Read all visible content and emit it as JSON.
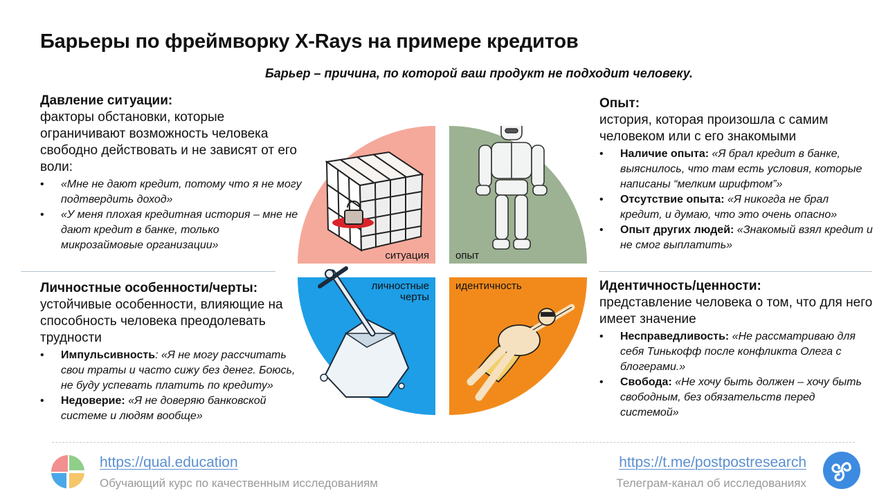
{
  "title": "Барьеры по фреймворку X-Rays на примере кредитов",
  "subtitle": "Барьер – причина, по которой ваш продукт не подходит человеку.",
  "situation": {
    "heading": "Давление ситуации:",
    "desc": "факторы обстановки, которые ограничивают возможность человека свободно действовать и не зависят от его воли:",
    "items": [
      "«Мне не дают кредит, потому что я не могу подтвердить доход»",
      "«У меня плохая кредитная история – мне не дают кредит в банке, только микрозаймовые организации»"
    ]
  },
  "experience": {
    "heading": "Опыт:",
    "desc": "история, которая произошла с самим человеком или с его знакомыми",
    "items": [
      {
        "lead": "Наличие опыта:",
        "text": " «Я брал кредит в банке, выяснилось, что там есть условия, которые написаны “мелким шрифтом”»"
      },
      {
        "lead": "Отсутствие опыта:",
        "text": " «Я никогда не брал кредит, и думаю, что это очень опасно»"
      },
      {
        "lead": "Опыт других людей:",
        "text": " «Знакомый взял кредит и не смог выплатить»"
      }
    ]
  },
  "personality": {
    "heading": "Личностные особенности/черты:",
    "desc": "устойчивые особенности, влияющие на способность человека преодолевать трудности",
    "items": [
      {
        "lead": "Импульсивность",
        "text": ": «Я не могу рассчитать свои траты и часто сижу без денег. Боюсь, не буду успевать платить по кредиту»"
      },
      {
        "lead": "Недоверие:",
        "text": " «Я не доверяю банковской системе и людям вообще»"
      }
    ]
  },
  "identity": {
    "heading": "Идентичность/ценности:",
    "desc": "представление человека о том, что для него имеет значение",
    "items": [
      {
        "lead": "Несправедливость:",
        "text": " «Не рассматриваю для себя Тинькофф после конфликта Олега с блогерами.»"
      },
      {
        "lead": "Свобода:",
        "text": " «Не хочу быть должен – хочу быть свободным, без обязательств перед системой»"
      }
    ]
  },
  "quadrants": {
    "situation": "ситуация",
    "experience": "опыт",
    "personality_1": "личностные",
    "personality_2": "черты",
    "identity": "идентичность",
    "colors": {
      "situation": "#f5a99b",
      "experience": "#9cb293",
      "personality": "#1d9ee6",
      "identity": "#f28a1b"
    }
  },
  "footer": {
    "left_link": "https://qual.education",
    "left_note": "Обучающий курс по качественным исследованиям",
    "right_link": "https://t.me/postpostresearch",
    "right_note": "Телеграм-канал об исследованиях"
  }
}
